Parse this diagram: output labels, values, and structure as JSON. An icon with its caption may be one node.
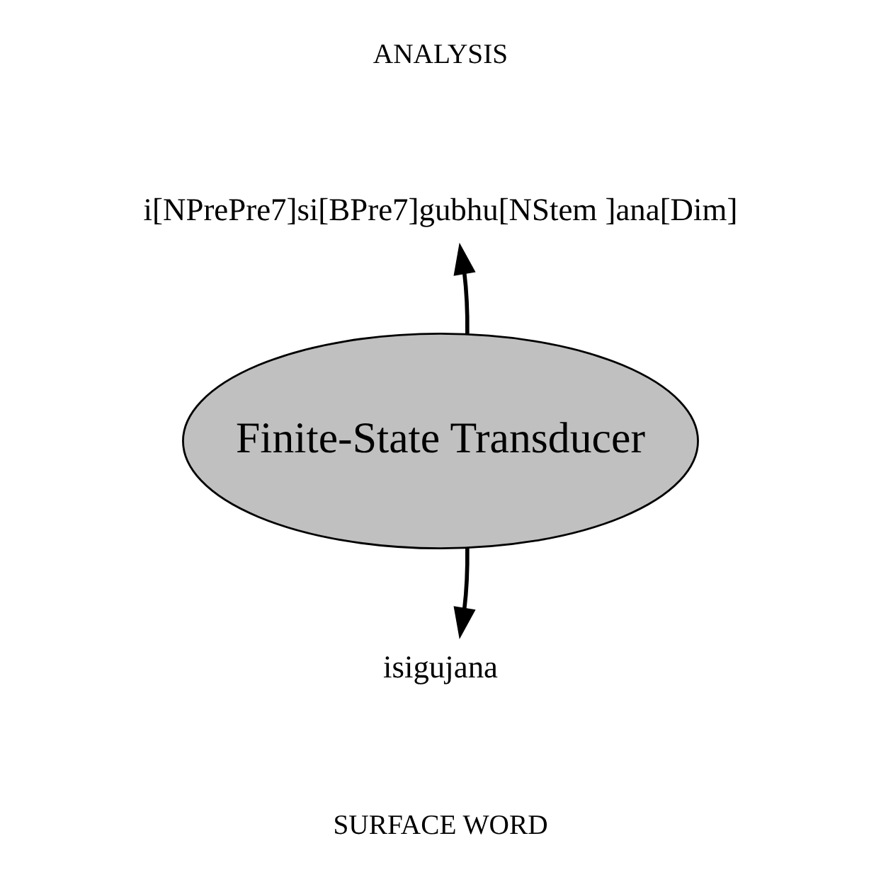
{
  "diagram": {
    "nodes": [
      {
        "text": [
          "i[NPrePre7]si[BPre7]gubhu[NStem ]ana[Dim]"
        ]
      },
      {
        "text": [
          "Finite-State Transducer"
        ]
      },
      {
        "text": [
          "isigujana"
        ]
      }
    ],
    "edges": [
      {
        "from": 1,
        "to": 0,
        "arrow": "to"
      },
      {
        "from": 1,
        "to": 2,
        "arrow": "to"
      }
    ],
    "labels": [
      "ANALYSIS",
      "SURFACE WORD"
    ]
  }
}
